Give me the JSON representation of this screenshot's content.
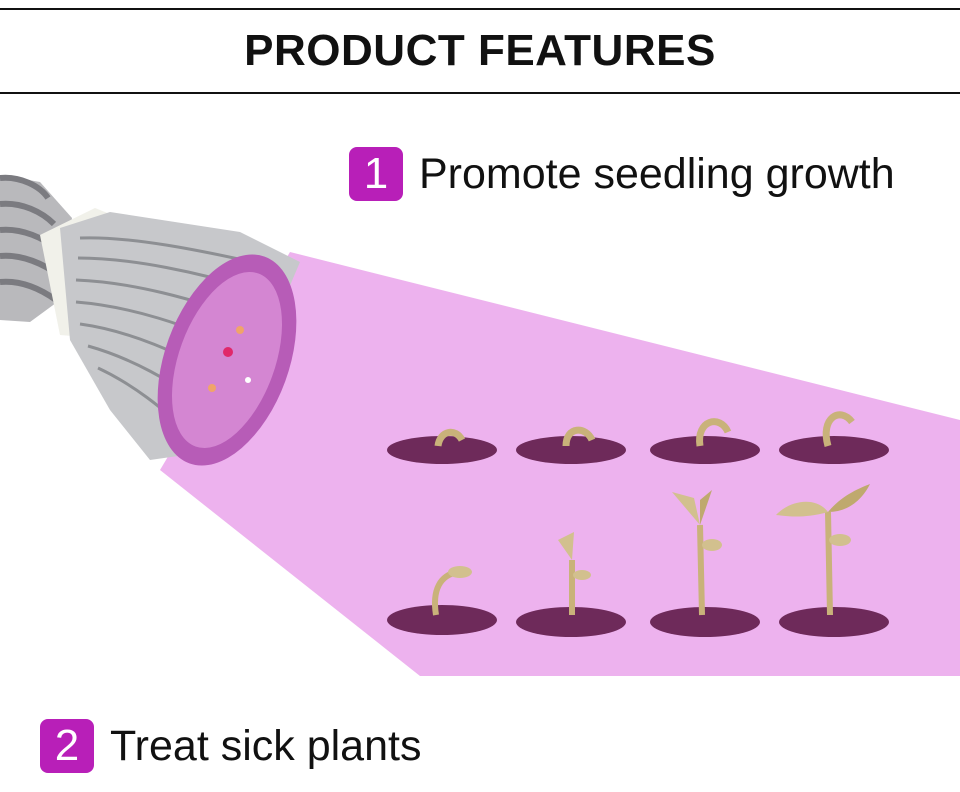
{
  "title": "PRODUCT FEATURES",
  "features": [
    {
      "number": "1",
      "text": "Promote seedling growth"
    },
    {
      "number": "2",
      "text": "Treat sick plants"
    }
  ],
  "colors": {
    "badge": "#b81fb8",
    "light_beam": "#edb2ee",
    "soil": "#6e2a5a",
    "seedling": "#c9b27a"
  },
  "images": {
    "bulb": "led-grow-bulb-e27",
    "plants": "seedling-growth-stages"
  }
}
